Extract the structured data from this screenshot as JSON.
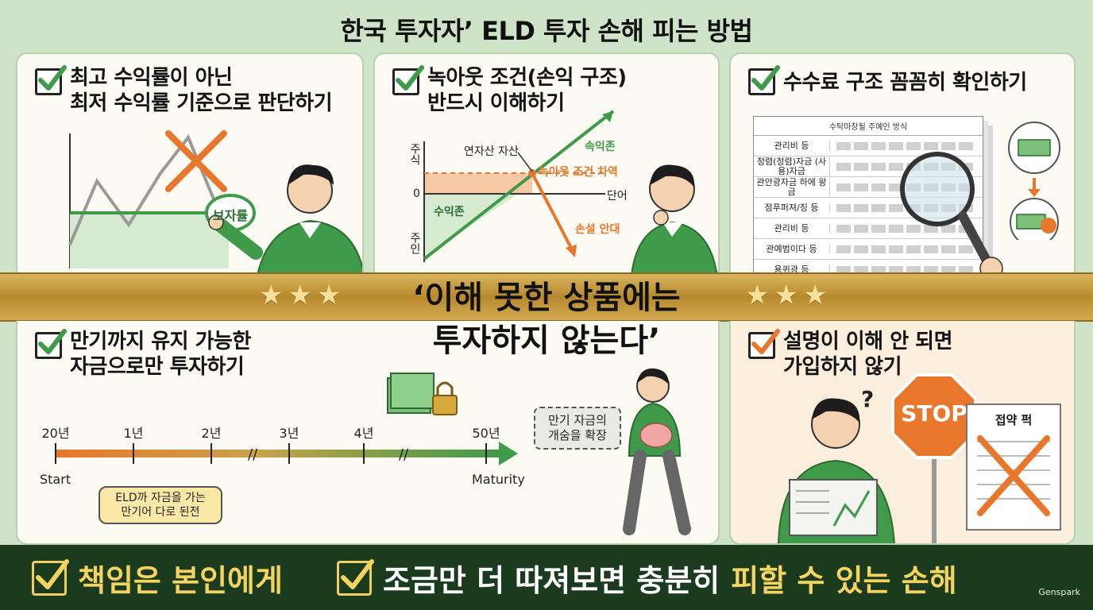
{
  "title": "한국 투자자’ ELD 투자 손해 피는 방법",
  "panels": {
    "p1": {
      "heading_line1": "최고 수익률이 아닌",
      "heading_line2": "최저 수익률 기준으로 판단하기",
      "circle_label": "보자률"
    },
    "p2": {
      "heading_line1": "녹아웃 조건(손익 구조)",
      "heading_line2": "반드시 이해하기",
      "y_top": "주식",
      "y_bottom": "주인",
      "zero": "0",
      "underlying": "연자산 자산",
      "profit_zone_top": "속익존",
      "knockout": "녹아웃 조건 차역",
      "unit": "단어",
      "profit_zone": "수익존",
      "loss": "손설 안대"
    },
    "p3": {
      "heading": "수수료 구조 꼼꼼히 확인하기",
      "doc_title": "수탁마창될 주예인 방식",
      "rows": [
        "관리비 등",
        "정렴(정렴)자금 (사용)자금",
        "관안광자금 하에 왕금",
        "점푸퍼져/징 등",
        "관리비 등",
        "관예범이다 등",
        "용퀴광 등"
      ]
    },
    "p4": {
      "heading_line1": "만기까지 유지 가능한",
      "heading_line2": "자금으로만 투자하기",
      "timeline": [
        "20년",
        "1년",
        "2년",
        "3년",
        "4년",
        "50년"
      ],
      "start": "Start",
      "maturity": "Maturity",
      "bubble": [
        "ELD까 자금을 가는",
        "만기어 다로 된전"
      ],
      "dash": [
        "만기 자금의",
        "개숨을 확장"
      ]
    },
    "p5": {
      "heading_line1": "설명이 이해 안 되면",
      "heading_line2": "가입하지 않기",
      "stop": "STOP",
      "question": "?",
      "contract": "접약 퍽"
    }
  },
  "banner": {
    "line1": "‘이해 못한 상품에는",
    "line2": "투자하지 않는다’",
    "stars_left": "★★★",
    "stars_right": "★★★"
  },
  "bottom": {
    "item1": "책임은 본인에게",
    "item2_white": "조금만 더 따져보면 충분히",
    "item2_yellow": "피할 수 있는 손해",
    "tag": "Genspark"
  },
  "colors": {
    "bg": "#cfe3c8",
    "green": "#3f9a4a",
    "orange": "#e9772b",
    "dark": "#1b3b1e",
    "gold": "#c49a3e",
    "yellow": "#f4d35e"
  }
}
